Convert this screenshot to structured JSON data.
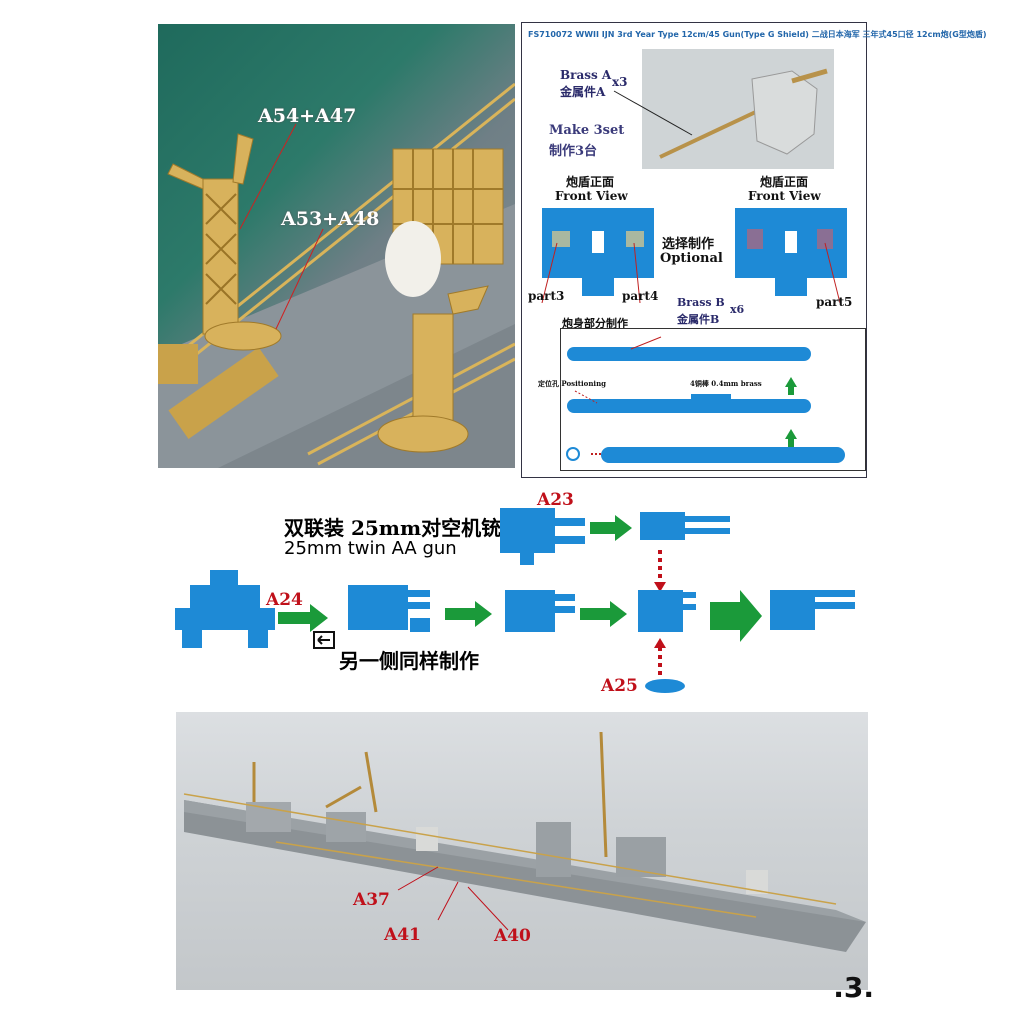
{
  "top_photo": {
    "labels": [
      "A54+A47",
      "A53+A48"
    ]
  },
  "instructions": {
    "header": "FS710072 WWII IJN 3rd Year Type 12cm/45 Gun(Type G Shield) 二战日本海军 三年式45口径 12cm炮(G型炮盾)",
    "brass_a": {
      "en": "Brass A",
      "cn": "金属件A",
      "qty": "x3"
    },
    "make": {
      "en": "Make 3set",
      "cn": "制作3台"
    },
    "front_view_left": {
      "cn": "炮盾正面",
      "en": "Front View"
    },
    "front_view_right": {
      "cn": "炮盾正面",
      "en": "Front View"
    },
    "optional": {
      "cn": "选择制作",
      "en": "Optional"
    },
    "parts": [
      "part3",
      "part4",
      "part5"
    ],
    "brass_b": {
      "en": "Brass B",
      "cn": "金属件B",
      "qty": "x6"
    },
    "barrel_title": "炮身部分制作",
    "positioning": "定位孔 Positioning",
    "rod": "4铜棒 0.4mm brass"
  },
  "aa_gun": {
    "title_cn": "双联装 25mm对空机铳",
    "title_en": "25mm twin AA gun",
    "note_cn": "另一侧同样制作",
    "parts": [
      "A23",
      "A24",
      "A25"
    ]
  },
  "bottom_photo": {
    "labels": [
      "A37",
      "A41",
      "A40"
    ]
  },
  "page_number": ".3.",
  "colors": {
    "part_blue": "#1e8ad6",
    "arrow_green": "#1b9a3a",
    "label_red": "#c0101a",
    "navy": "#2a2a6a"
  }
}
